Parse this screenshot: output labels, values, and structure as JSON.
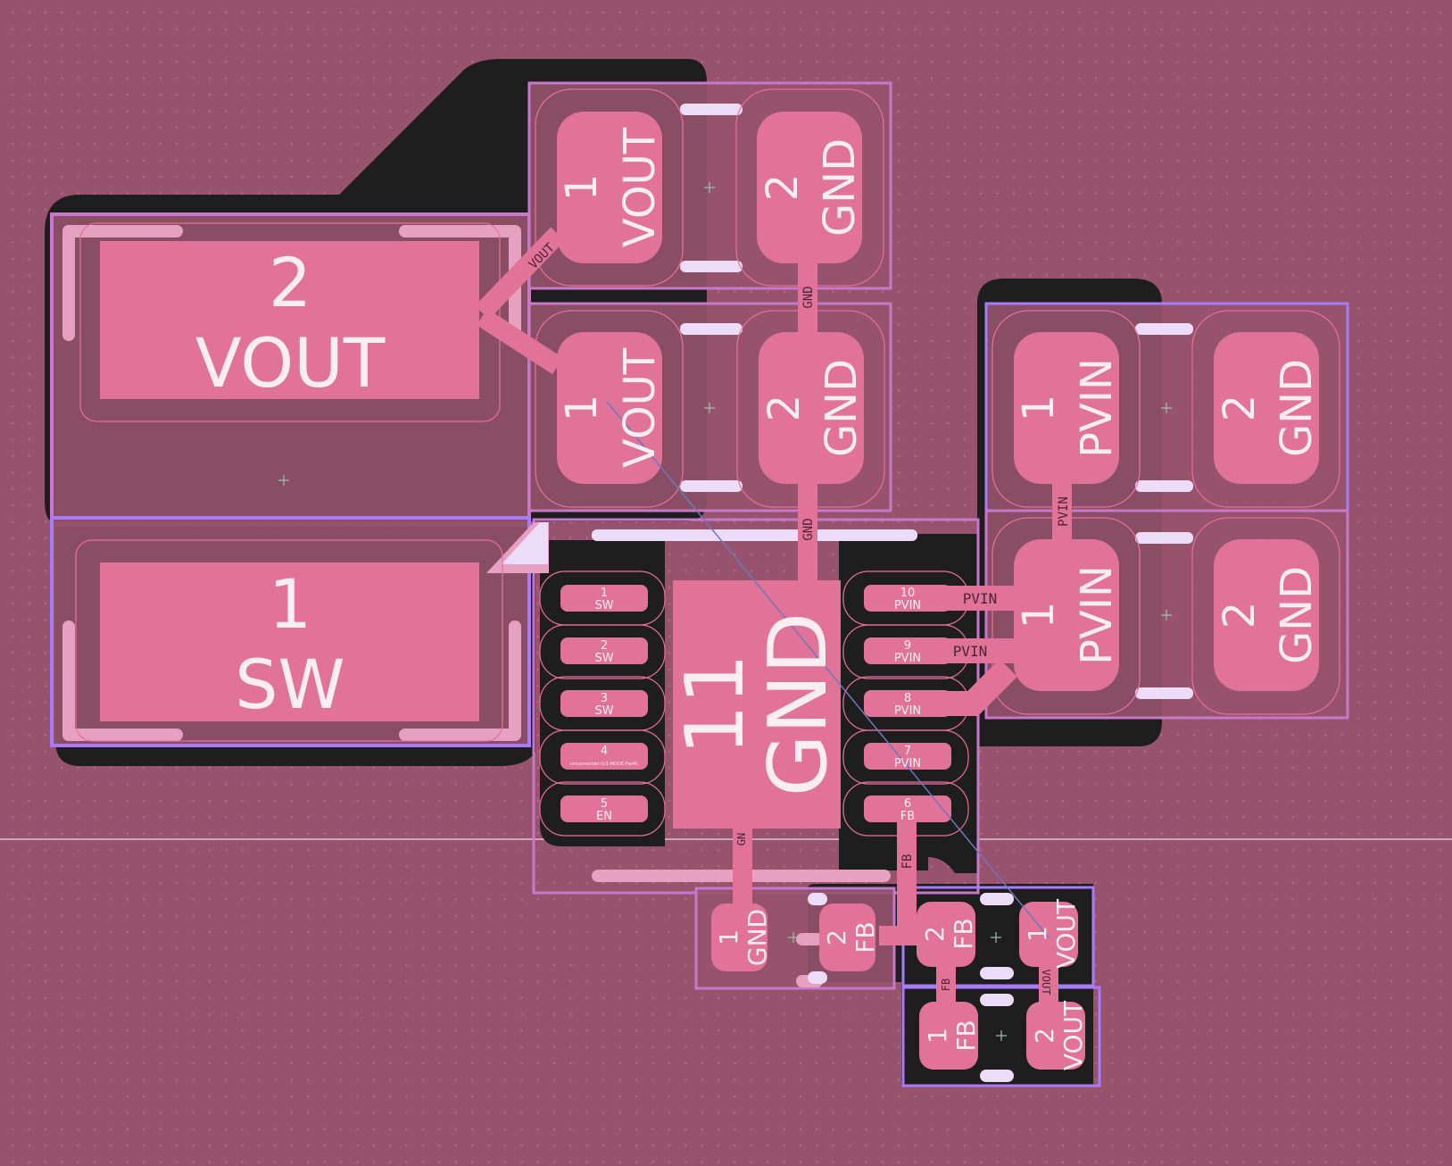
{
  "view": {
    "type": "pcb-layout-editor",
    "layer_colors": {
      "background": "#96536b",
      "copper_pad": "#e07397",
      "copper_zone_fill": "#1e1e1e",
      "courtyard": "#c878c8",
      "fab_outline": "#a87cf8",
      "silkscreen": "#e6a0c0",
      "mask_white": "#ecdcf8",
      "clearance_outline": "#e8709a",
      "ratsnest": "#6e78b8"
    }
  },
  "components": {
    "inductor": {
      "pads": [
        {
          "number": "2",
          "net": "VOUT"
        },
        {
          "number": "1",
          "net": "SW"
        }
      ]
    },
    "cap_vout_a": {
      "pads": [
        {
          "number": "1",
          "net": "VOUT"
        },
        {
          "number": "2",
          "net": "GND"
        }
      ]
    },
    "cap_vout_b": {
      "pads": [
        {
          "number": "1",
          "net": "VOUT"
        },
        {
          "number": "2",
          "net": "GND"
        }
      ]
    },
    "cap_pvin_a": {
      "pads": [
        {
          "number": "1",
          "net": "PVIN"
        },
        {
          "number": "2",
          "net": "GND"
        }
      ]
    },
    "cap_pvin_b": {
      "pads": [
        {
          "number": "1",
          "net": "PVIN"
        },
        {
          "number": "2",
          "net": "GND"
        }
      ]
    },
    "ic": {
      "left_pins": [
        {
          "number": "1",
          "net": "SW"
        },
        {
          "number": "2",
          "net": "SW"
        },
        {
          "number": "3",
          "net": "SW"
        },
        {
          "number": "4",
          "net": "unconnected-(U1-MODE-Pad4)"
        },
        {
          "number": "5",
          "net": "EN"
        }
      ],
      "right_pins": [
        {
          "number": "10",
          "net": "PVIN"
        },
        {
          "number": "9",
          "net": "PVIN"
        },
        {
          "number": "8",
          "net": "PVIN"
        },
        {
          "number": "7",
          "net": "PVIN"
        },
        {
          "number": "6",
          "net": "FB"
        }
      ],
      "exposed_pad": {
        "number": "11",
        "net": "GND"
      }
    },
    "r_bottom": {
      "pads": [
        {
          "number": "1",
          "net": "GND"
        },
        {
          "number": "2",
          "net": "FB"
        }
      ]
    },
    "r_top": {
      "pads": [
        {
          "number": "2",
          "net": "FB"
        },
        {
          "number": "1",
          "net": "VOUT"
        }
      ]
    },
    "c_ff": {
      "pads": [
        {
          "number": "1",
          "net": "FB"
        },
        {
          "number": "2",
          "net": "VOUT"
        }
      ]
    }
  },
  "track_labels": {
    "vout_diag": "VOUT",
    "gnd_top": "GND",
    "gnd_mid": "GND",
    "pvin_vert": "PVIN",
    "pvin_10": "PVIN",
    "pvin_9": "PVIN",
    "fb_vert": "FB",
    "fb_small": "FB",
    "vout_small": "VOUT",
    "gnd_bottom": "GN"
  }
}
